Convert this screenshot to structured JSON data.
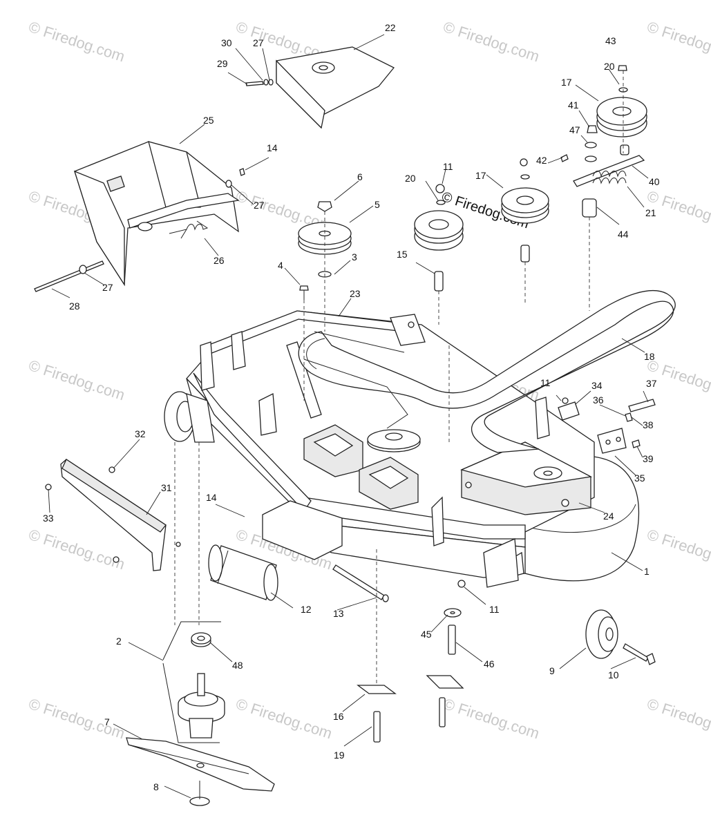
{
  "watermark": {
    "text": "© Firedog.com"
  },
  "callouts": {
    "c1": "1",
    "c2": "2",
    "c3": "3",
    "c4": "4",
    "c5": "5",
    "c6": "6",
    "c7": "7",
    "c8": "8",
    "c9": "9",
    "c10": "10",
    "c11a": "11",
    "c11b": "11",
    "c11c": "11",
    "c12": "12",
    "c13": "13",
    "c14a": "14",
    "c14b": "14",
    "c15": "15",
    "c16": "16",
    "c17a": "17",
    "c17b": "17",
    "c18": "18",
    "c19": "19",
    "c20a": "20",
    "c20b": "20",
    "c21": "21",
    "c22": "22",
    "c23": "23",
    "c24": "24",
    "c25": "25",
    "c26": "26",
    "c27a": "27",
    "c27b": "27",
    "c27c": "27",
    "c28": "28",
    "c29": "29",
    "c30": "30",
    "c31": "31",
    "c32": "32",
    "c33": "33",
    "c34": "34",
    "c35": "35",
    "c36": "36",
    "c37": "37",
    "c38": "38",
    "c39": "39",
    "c40": "40",
    "c41": "41",
    "c42": "42",
    "c43": "43",
    "c44": "44",
    "c45": "45",
    "c46": "46",
    "c47": "47",
    "c48": "48"
  }
}
